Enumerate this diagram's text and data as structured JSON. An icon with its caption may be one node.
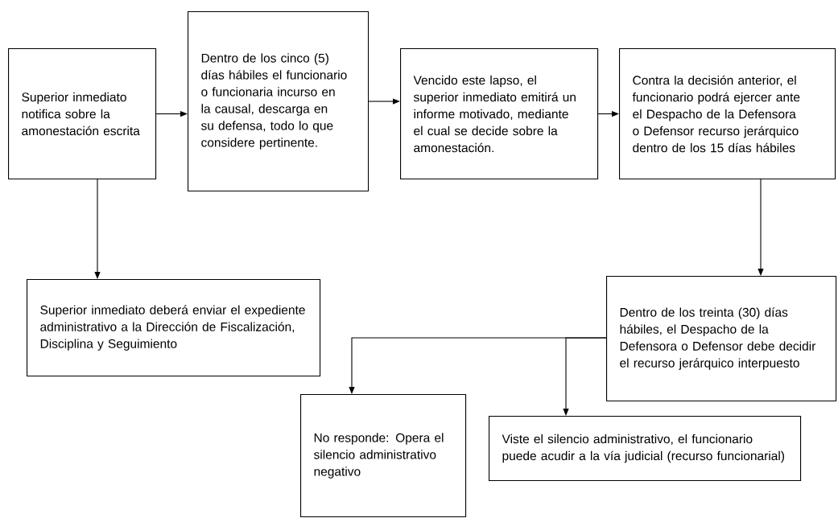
{
  "diagram": {
    "nodes": [
      {
        "text": [
          "Superior inmediato notifica sobre la amonestación escrita"
        ]
      },
      {
        "text": [
          "Dentro de los cinco (5) días hábiles el funcionario o funcionaria incurso en la causal, descarga en su defensa, todo lo que considere pertinente."
        ]
      },
      {
        "text": [
          "Vencido este lapso, el superior inmediato emitirá un informe motivado, mediante el cual se decide sobre la amonestación."
        ]
      },
      {
        "text": [
          "Contra la decisión anterior, el funcionario podrá ejercer ante el Despacho de la Defensora o Defensor recurso jerárquico dentro de los 15 días hábiles"
        ]
      },
      {
        "text": [
          "Superior inmediato deberá enviar el expediente administrativo a la Dirección de Fiscalización, Disciplina y Seguimiento"
        ]
      },
      {
        "text": [
          "Dentro de los treinta (30) días hábiles, el Despacho de la Defensora o Defensor debe decidir el recurso jerárquico interpuesto"
        ]
      },
      {
        "text": [
          "No responde: Opera el silencio administrativo negativo"
        ]
      },
      {
        "text": [
          "Viste el silencio administrativo, el funcionario puede acudir a la vía judicial (recurso funcionarial)"
        ]
      }
    ],
    "edges": [
      {
        "from": 0,
        "to": 1,
        "arrow": "to"
      },
      {
        "from": 1,
        "to": 2,
        "arrow": "to"
      },
      {
        "from": 2,
        "to": 3,
        "arrow": "to"
      },
      {
        "from": 0,
        "to": 4,
        "arrow": "to"
      },
      {
        "from": 3,
        "to": 5,
        "arrow": "to"
      },
      {
        "from": 5,
        "to": 6,
        "arrow": "to"
      },
      {
        "from": 5,
        "to": 7,
        "arrow": "to"
      }
    ]
  }
}
